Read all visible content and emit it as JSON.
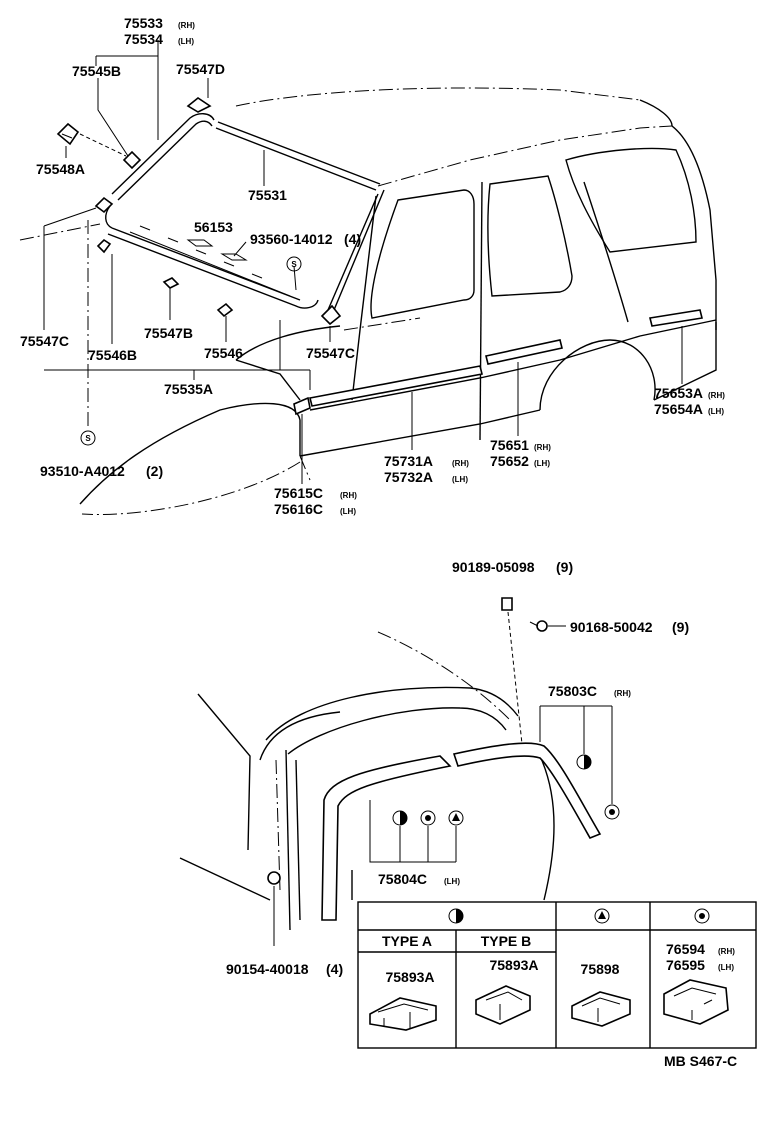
{
  "suffix_rh": "(RH)",
  "suffix_lh": "(LH)",
  "symbol_s": "S",
  "parts": {
    "p75533": "75533",
    "p75534": "75534",
    "p75545B": "75545B",
    "p75547D": "75547D",
    "p75548A": "75548A",
    "p75531": "75531",
    "p56153": "56153",
    "p93560": "93560-14012",
    "p93560_qty": "(4)",
    "p75547C_left": "75547C",
    "p75546B": "75546B",
    "p75547B": "75547B",
    "p75546": "75546",
    "p75547C_right": "75547C",
    "p75535A": "75535A",
    "p93510": "93510-A4012",
    "p93510_qty": "(2)",
    "p75653A": "75653A",
    "p75654A": "75654A",
    "p75651": "75651",
    "p75652": "75652",
    "p75731A": "75731A",
    "p75732A": "75732A",
    "p75615C": "75615C",
    "p75616C": "75616C",
    "p90189": "90189-05098",
    "p90189_qty": "(9)",
    "p90168": "90168-50042",
    "p90168_qty": "(9)",
    "p75803C": "75803C",
    "p75804C": "75804C",
    "p90154": "90154-40018",
    "p90154_qty": "(4)"
  },
  "table": {
    "type_a": "TYPE A",
    "type_b": "TYPE B",
    "part_type_a": "75893A",
    "part_type_b": "75893A",
    "part_triangle": "75898",
    "part_dot_rh": "76594",
    "part_dot_lh": "76595"
  },
  "figure_code": "MB S467-C"
}
